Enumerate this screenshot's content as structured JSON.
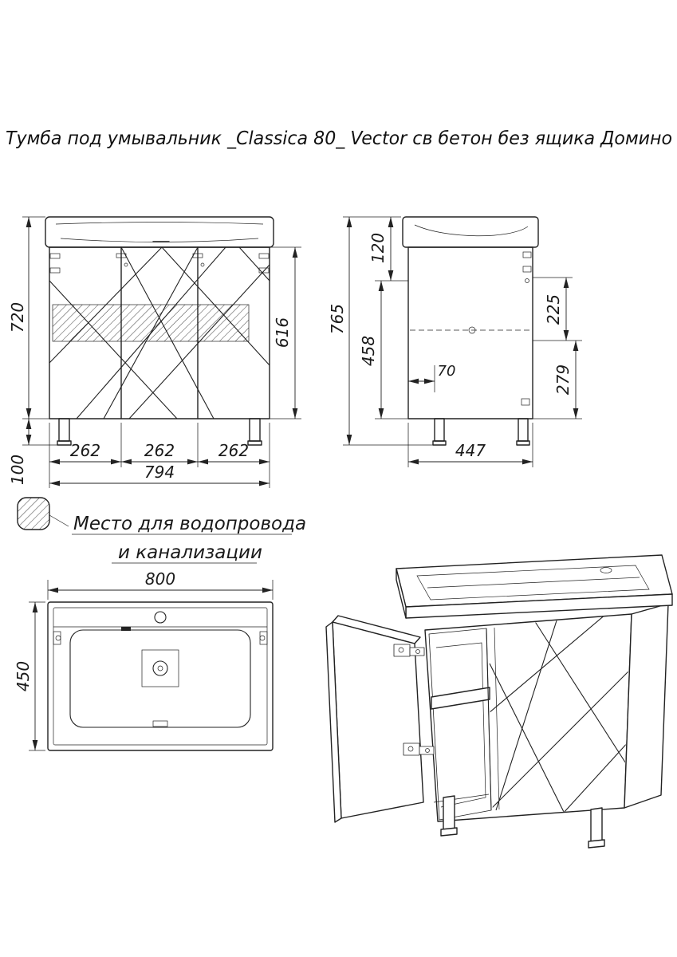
{
  "title": "Тумба под умывальник _Classica 80_  Vector св бетон без ящика Домино",
  "note": {
    "line1": "Место для водопровода",
    "line2": "и канализации"
  },
  "front_view": {
    "dims": {
      "total_height": "720",
      "body_height": "616",
      "leg_height": "100",
      "section_left": "262",
      "section_middle": "262",
      "section_right": "262",
      "total_width": "794"
    }
  },
  "side_view": {
    "dims": {
      "total_height": "765",
      "top_inset": "120",
      "mid_height": "458",
      "upper_right": "225",
      "lower_right": "279",
      "front_offset": "70",
      "depth": "447"
    }
  },
  "top_view": {
    "dims": {
      "width": "800",
      "depth": "450"
    }
  },
  "colors": {
    "line": "#222222",
    "background": "#ffffff"
  }
}
